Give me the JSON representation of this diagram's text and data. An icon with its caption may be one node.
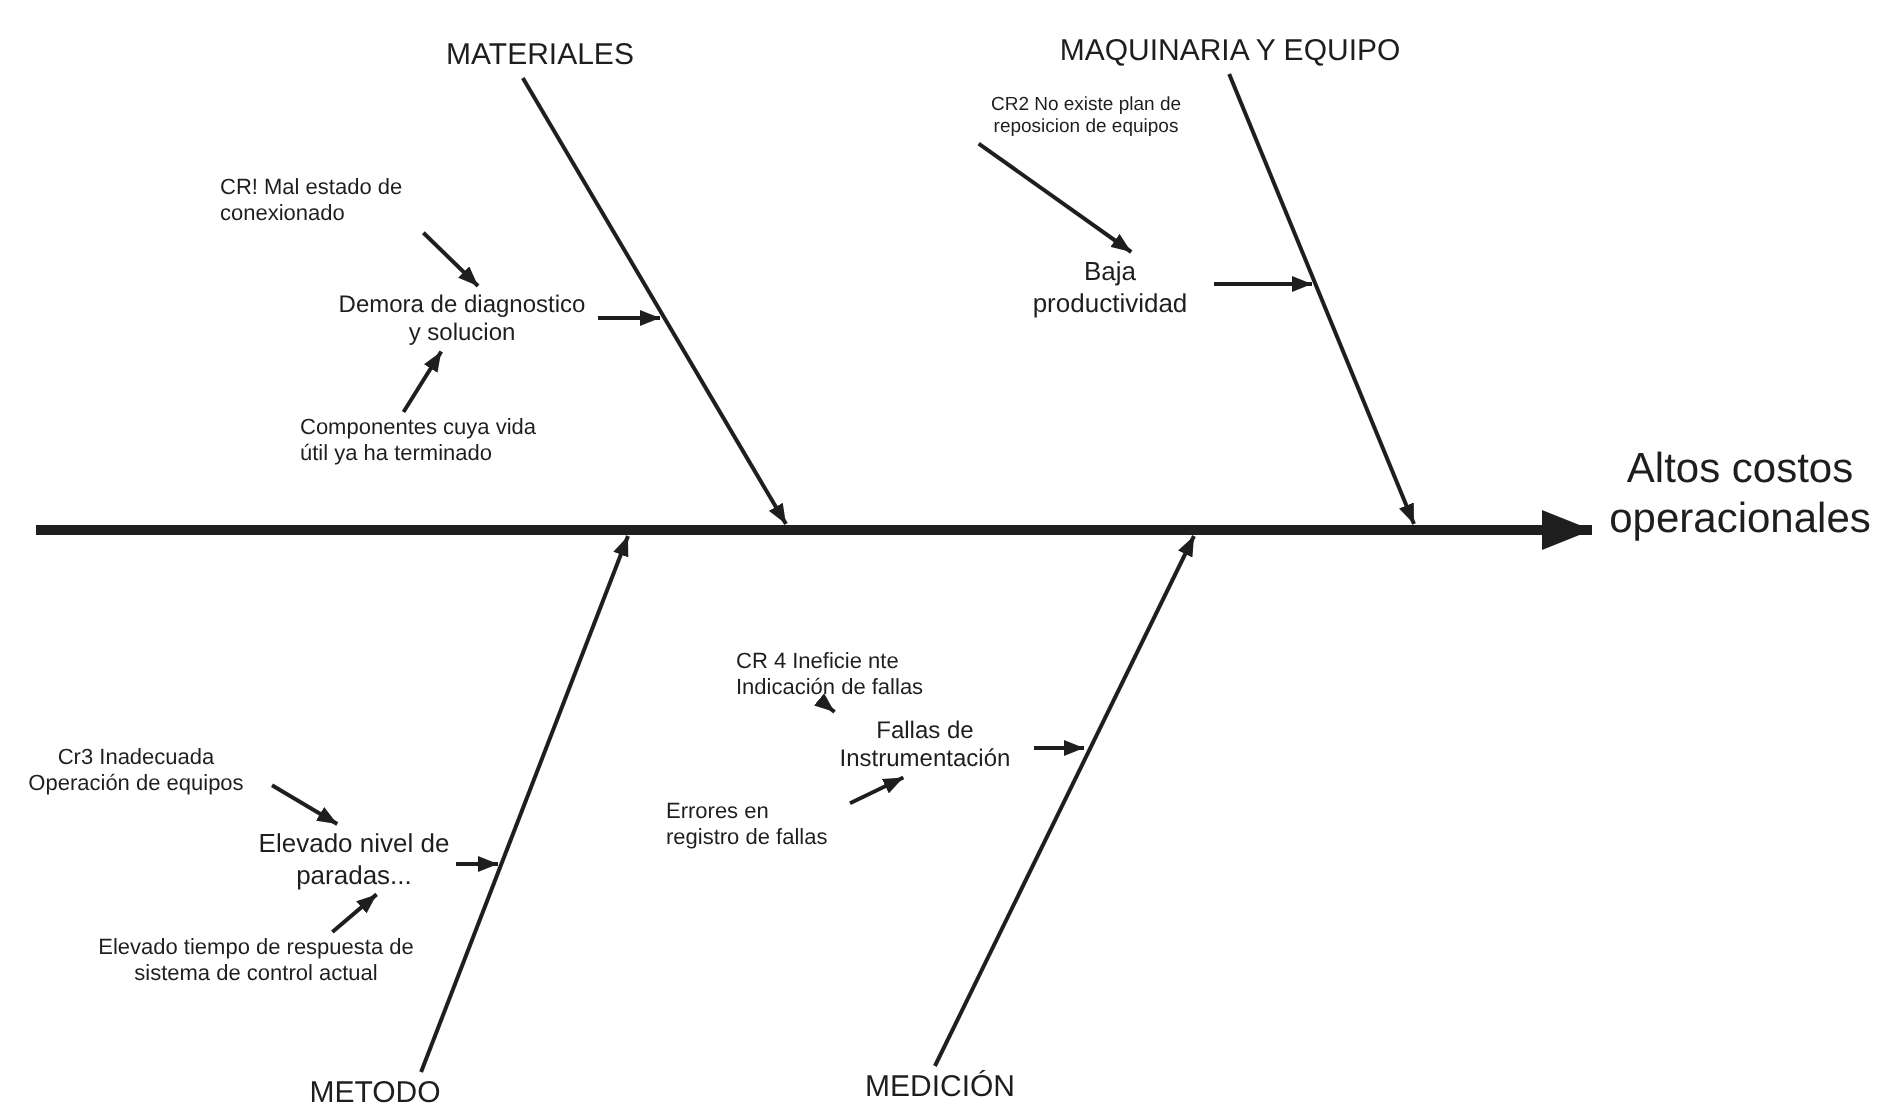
{
  "diagram": {
    "nodes": [
      {
        "text": [
          "MATERIALES"
        ]
      },
      {
        "text": [
          "MAQUINARIA Y EQUIPO"
        ]
      },
      {
        "text": [
          "Altos costos operacionales"
        ]
      },
      {
        "text": [
          "CR! Mal estado de conexionado"
        ]
      },
      {
        "text": [
          "Demora de diagnostico y solucion"
        ]
      },
      {
        "text": [
          "Componentes cuya vida útil ya ha terminado"
        ]
      },
      {
        "text": [
          "CR2 No existe plan de reposicion de equipos"
        ]
      },
      {
        "text": [
          "Baja productividad"
        ]
      },
      {
        "text": [
          "CR 4 Ineficie nte Indicación de fallas"
        ]
      },
      {
        "text": [
          "Fallas de Instrumentación"
        ]
      },
      {
        "text": [
          "Errores en registro de fallas"
        ]
      },
      {
        "text": [
          "Cr3 Inadecuada Operación de equipos"
        ]
      },
      {
        "text": [
          "Elevado nivel de paradas..."
        ]
      },
      {
        "text": [
          "Elevado tiempo de respuesta de sistema de control actual"
        ]
      },
      {
        "text": [
          "METODO"
        ]
      },
      {
        "text": [
          "MEDICIÓN"
        ]
      }
    ],
    "edges": [
      {
        "from": null,
        "to": 2,
        "arrow": "to",
        "style": "thick"
      },
      {
        "from": 0,
        "to": null,
        "arrow": "to"
      },
      {
        "from": 1,
        "to": null,
        "arrow": "to"
      },
      {
        "from": 14,
        "to": null,
        "arrow": "to"
      },
      {
        "from": 15,
        "to": null,
        "arrow": "to"
      },
      {
        "from": 3,
        "to": 4,
        "arrow": "to"
      },
      {
        "from": 5,
        "to": 4,
        "arrow": "to"
      },
      {
        "from": 4,
        "to": null,
        "arrow": "to"
      },
      {
        "from": 6,
        "to": 7,
        "arrow": "to"
      },
      {
        "from": 7,
        "to": null,
        "arrow": "to"
      },
      {
        "from": 8,
        "to": 9,
        "arrow": "to"
      },
      {
        "from": 10,
        "to": 9,
        "arrow": "to"
      },
      {
        "from": 9,
        "to": null,
        "arrow": "to"
      },
      {
        "from": 11,
        "to": 12,
        "arrow": "to"
      },
      {
        "from": 13,
        "to": 12,
        "arrow": "to"
      },
      {
        "from": 12,
        "to": null,
        "arrow": "to"
      }
    ]
  }
}
